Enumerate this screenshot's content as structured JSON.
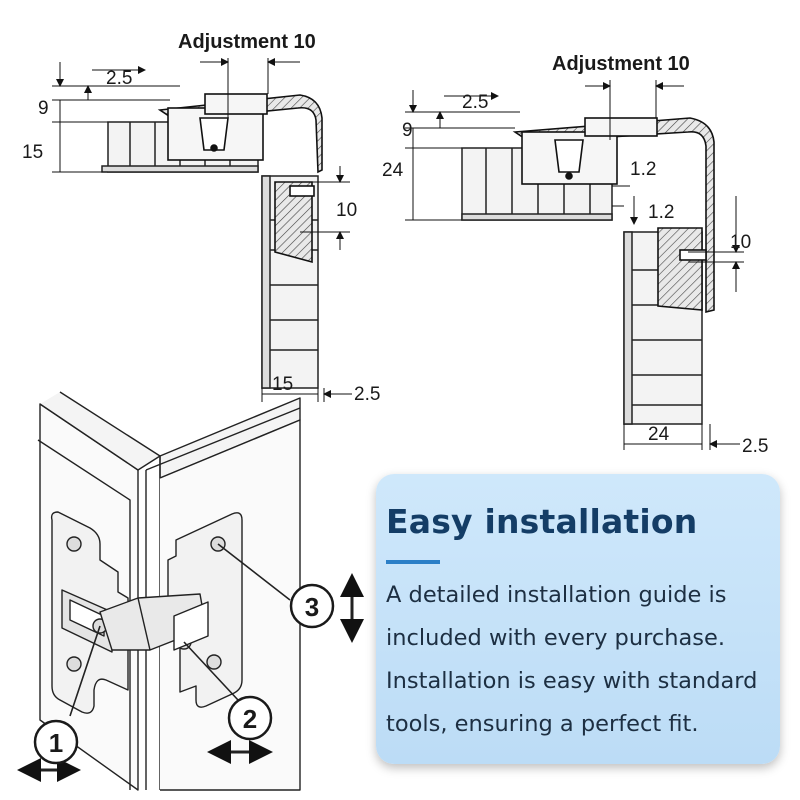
{
  "diagram_left": {
    "adjustment_label": "Adjustment 10",
    "dims": {
      "d_2_5_top": "2.5",
      "d_9": "9",
      "d_15_left": "15",
      "d_10": "10",
      "d_15_bottom": "15",
      "d_2_5_bottom": "2.5"
    }
  },
  "diagram_right": {
    "adjustment_label": "Adjustment 10",
    "dims": {
      "d_2_5_top": "2.5",
      "d_9": "9",
      "d_24_left": "24",
      "d_1_2_a": "1.2",
      "d_1_2_b": "1.2",
      "d_10": "10",
      "d_24_bottom": "24",
      "d_2_5_bottom": "2.5"
    }
  },
  "badges": [
    "1",
    "2",
    "3"
  ],
  "info_card": {
    "title": "Easy installation",
    "body": "A detailed installation guide is included with every purchase. Installation is easy with standard tools, ensuring a perfect fit.",
    "accent_color": "#2c7fc7",
    "background_color": "#c6e2f8"
  }
}
